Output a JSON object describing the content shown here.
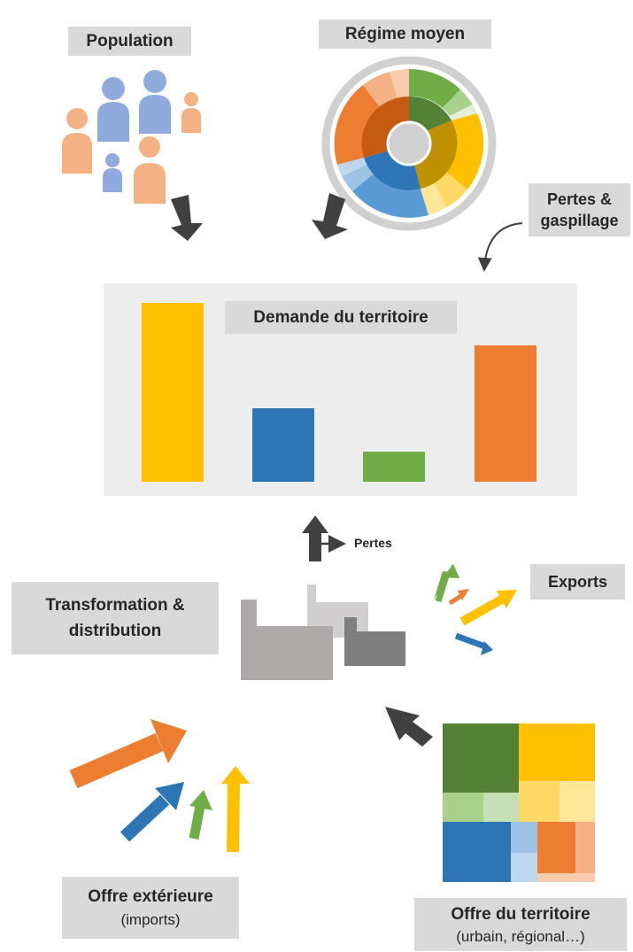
{
  "labels": {
    "population": "Population",
    "regime": "Régime moyen",
    "pertes_gaspillage_line1": "Pertes &",
    "pertes_gaspillage_line2": "gaspillage",
    "demande": "Demande du territoire",
    "pertes": "Pertes",
    "exports": "Exports",
    "transformation_line1": "Transformation &",
    "transformation_line2": "distribution",
    "offre_exterieure": "Offre extérieure",
    "offre_exterieure_sub": "(imports)",
    "offre_territoire": "Offre du territoire",
    "offre_territoire_sub": "(urbain, régional…)"
  },
  "colors": {
    "yellow": "#ffc000",
    "blue": "#2e75b6",
    "green": "#70ad47",
    "orange": "#ed7d31",
    "label_bg": "#d9d9d9",
    "panel_bg": "#ededed",
    "arrow_dark": "#404040"
  },
  "chart_data": {
    "type": "bar",
    "categories": [
      "",
      "",
      "",
      ""
    ],
    "values": [
      100,
      41,
      17,
      76
    ],
    "colors": [
      "#ffc000",
      "#2e75b6",
      "#70ad47",
      "#ed7d31"
    ]
  }
}
